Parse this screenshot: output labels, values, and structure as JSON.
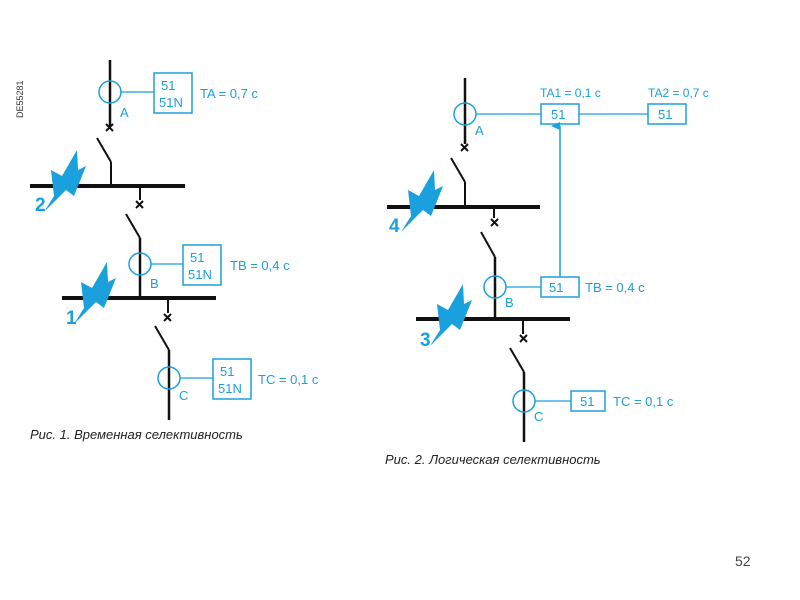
{
  "doc_code": "DE55281",
  "page_number": "52",
  "colors": {
    "accent": "#1aa0dc",
    "line": "#111111"
  },
  "fig1": {
    "caption": "Рис. 1. Временная селективность",
    "relay_a": {
      "point": "A",
      "line1": "51",
      "line2": "51N",
      "delay": "TA = 0,7 с"
    },
    "relay_b": {
      "point": "B",
      "line1": "51",
      "line2": "51N",
      "delay": "TB = 0,4 с"
    },
    "relay_c": {
      "point": "C",
      "line1": "51",
      "line2": "51N",
      "delay": "TC = 0,1 с"
    },
    "fault_upper": "2",
    "fault_lower": "1"
  },
  "fig2": {
    "caption": "Рис. 2. Логическая селективность",
    "relay_a1": {
      "label": "51",
      "delay": "TA1 = 0,1 с"
    },
    "relay_a2": {
      "label": "51",
      "delay": "TA2 = 0,7 с"
    },
    "point_a": "A",
    "relay_b": {
      "point": "B",
      "label": "51",
      "delay": "TB = 0,4 с"
    },
    "relay_c": {
      "point": "C",
      "label": "51",
      "delay": "TC = 0,1 с"
    },
    "fault_upper": "4",
    "fault_lower": "3"
  }
}
